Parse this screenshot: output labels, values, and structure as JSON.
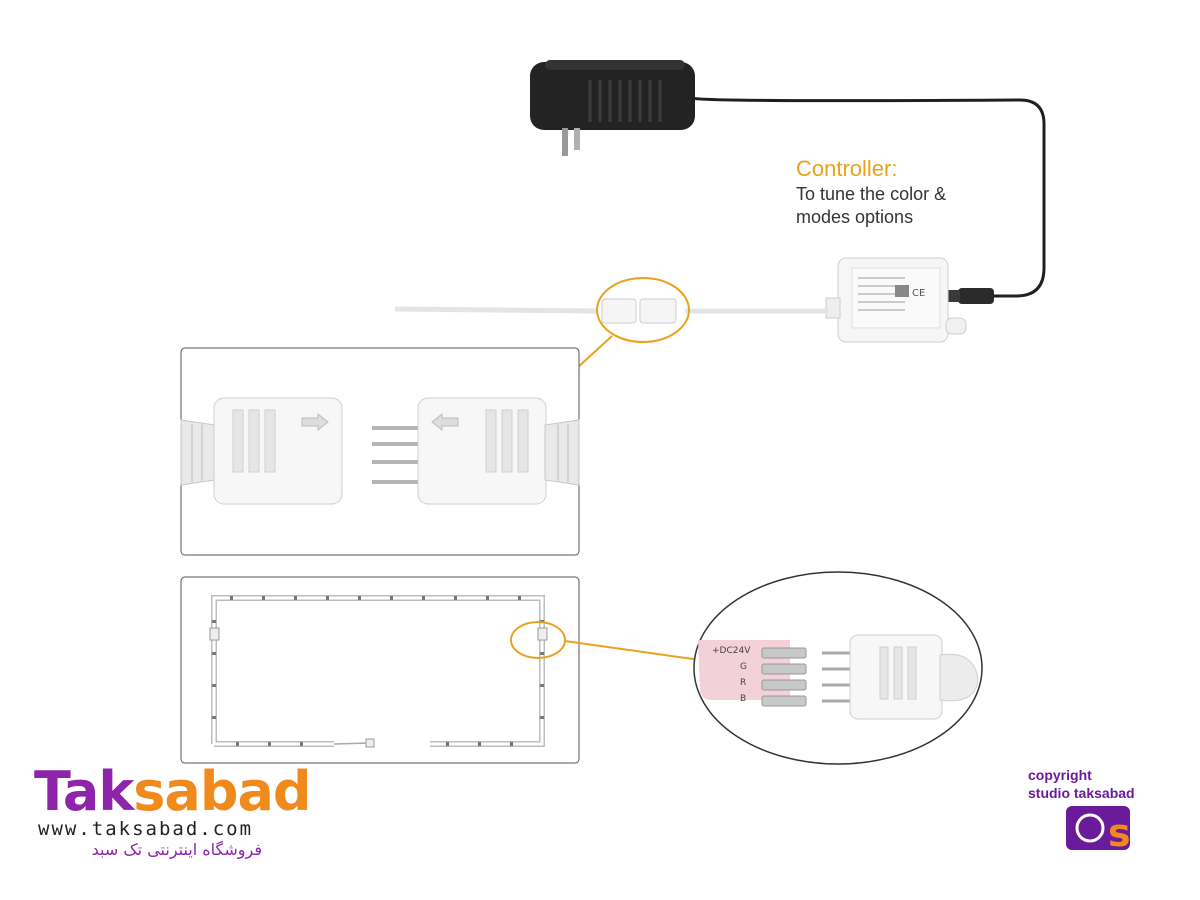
{
  "controller": {
    "title": "Controller:",
    "desc_line1": "To tune the color &",
    "desc_line2": "modes options"
  },
  "pin_labels": [
    "+DC24V",
    "G",
    "R",
    "B"
  ],
  "brand": {
    "logo_part1": "Tak",
    "logo_part2": "sabad",
    "url": "www.taksabad.com",
    "tagline_fa": "فروشگاه اینترنتی تک سبد"
  },
  "copyright": {
    "line1": "copyright",
    "line2": "studio taksabad"
  },
  "colors": {
    "accent_orange": "#e8a21f",
    "brand_purple": "#8e24aa",
    "brand_orange": "#f08a1c",
    "cable_black": "#1f1f1f",
    "connector_white": "#f4f4f4"
  }
}
